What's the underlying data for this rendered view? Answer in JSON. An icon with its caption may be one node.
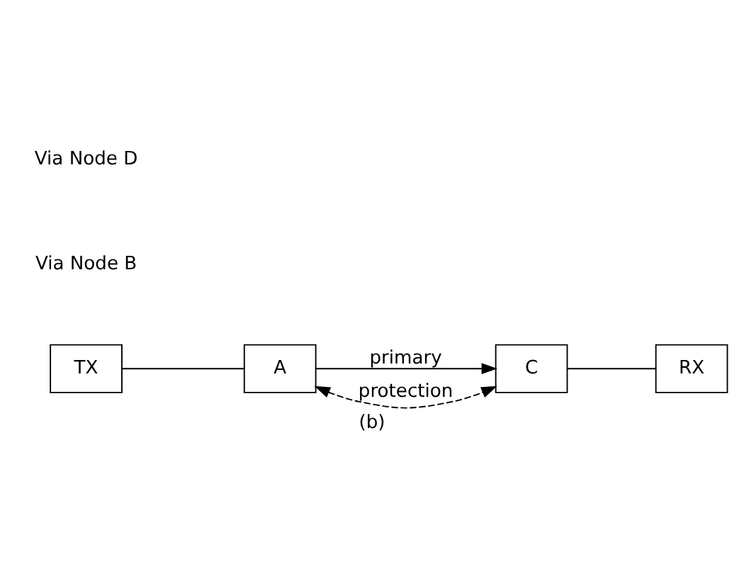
{
  "diagram": {
    "caption": "(b)",
    "nodes": [
      {
        "text": [
          "TX"
        ]
      },
      {
        "text": [
          "A"
        ]
      },
      {
        "text": [
          "C"
        ]
      },
      {
        "text": [
          "RX"
        ]
      }
    ],
    "edges": [
      {
        "from": 0,
        "to": 1,
        "arrow": "none"
      },
      {
        "from": 1,
        "to": 2,
        "arrow": "to",
        "label": "primary"
      },
      {
        "from": 1,
        "to": 2,
        "arrow": "both",
        "label": "protection",
        "style": "dashed"
      },
      {
        "from": 2,
        "to": 3,
        "arrow": "none"
      }
    ],
    "labels": [
      "Via Node B",
      "Via Node D"
    ]
  }
}
